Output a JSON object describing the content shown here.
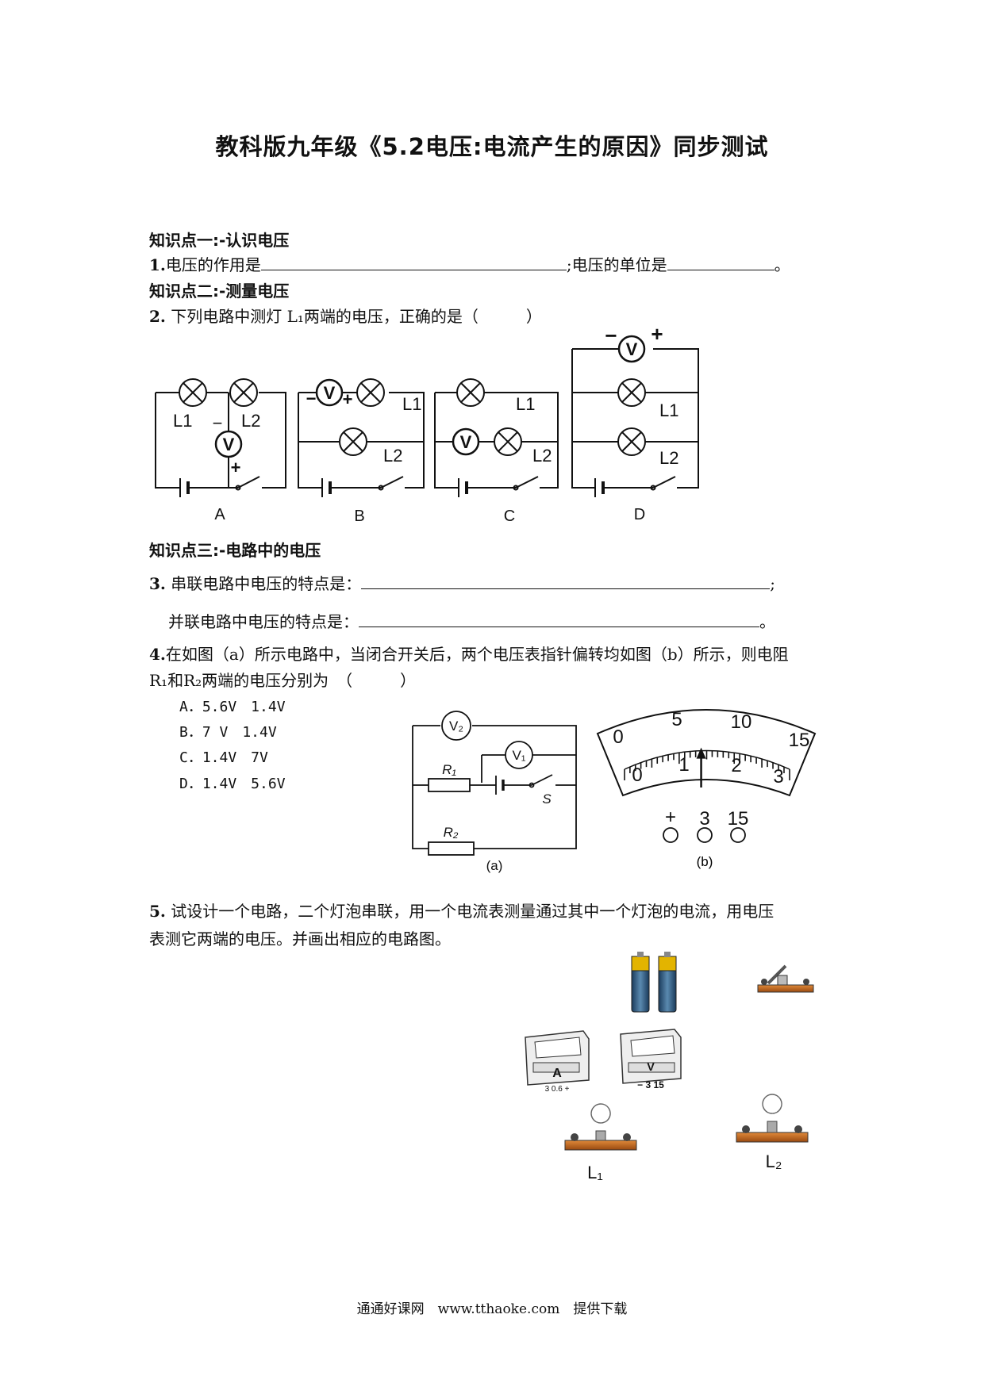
{
  "title": "教科版九年级《5.2电压:电流产生的原因》同步测试",
  "sections": {
    "s1": "知识点一:-认识电压",
    "s2": "知识点二:-测量电压",
    "s3": "知识点三:-电路中的电压"
  },
  "q1": {
    "num": "1.",
    "text_a": "电压的作用是",
    "text_b": ";电压的单位是",
    "end": "。"
  },
  "q2": {
    "num": "2.",
    "text": "下列电路中测灯 L₁两端的电压，正确的是（　　　）",
    "labels": [
      "A",
      "B",
      "C",
      "D"
    ],
    "meter": "V",
    "plus": "+",
    "minus": "−",
    "l1": "L1",
    "l2": "L2"
  },
  "q3": {
    "num": "3.",
    "text_a": "串联电路中电压的特点是：",
    "end_a": ";",
    "text_b": "并联电路中电压的特点是：",
    "end_b": "。"
  },
  "q4": {
    "num": "4.",
    "line1": "在如图（a）所示电路中，当闭合开关后，两个电压表指针偏转均如图（b）所示，则电阻",
    "line2": "R₁和R₂两端的电压分别为　（　　　）",
    "options": [
      "A．5.6V　1.4V",
      "B．7 V　1.4V",
      "C．1.4V　7V",
      "D．1.4V　5.6V"
    ],
    "fig_a": {
      "v2": "V₂",
      "v1": "V₁",
      "r1": "R₁",
      "r2": "R₂",
      "s": "S",
      "caption": "(a)"
    },
    "fig_b": {
      "upper_ticks": [
        "0",
        "5",
        "10",
        "15"
      ],
      "lower_ticks": [
        "0",
        "1",
        "2",
        "3"
      ],
      "terminals": [
        "+",
        "3",
        "15"
      ],
      "caption": "(b)",
      "needle_value": 1.4,
      "needle_max": 3
    }
  },
  "q5": {
    "num": "5.",
    "line1": "试设计一个电路，二个灯泡串联，用一个电流表测量通过其中一个灯泡的电流，用电压",
    "line2": "表测它两端的电压。并画出相应的电路图。",
    "ammeter": "A",
    "ammeter_terms": "3 0.6 +",
    "voltmeter": "V",
    "voltmeter_terms": "− 3 15",
    "lamp1": "L₁",
    "lamp2": "L₂"
  },
  "footer": "通通好课网　www.tthaoke.com　提供下载"
}
